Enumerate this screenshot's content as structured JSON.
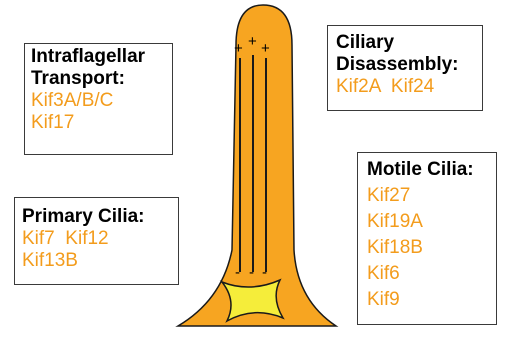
{
  "accent_color": "#f7a521",
  "text_color": "#f39c1c",
  "basal_body_color": "#f5ed3a",
  "polarity": {
    "plus": "+",
    "minus": "-"
  },
  "boxes": {
    "ift": {
      "title_line1": "Intraflagellar",
      "title_line2": "Transport:",
      "items": [
        "Kif3A/B/C",
        "Kif17"
      ]
    },
    "primary": {
      "title": "Primary Cilia:",
      "row1": "Kif7  Kif12",
      "row2": "Kif13B"
    },
    "disassembly": {
      "title_line1": "Ciliary",
      "title_line2": "Disassembly:",
      "row1": "Kif2A  Kif24"
    },
    "motile": {
      "title": "Motile Cilia:",
      "items": [
        "Kif27",
        "Kif19A",
        "Kif18B",
        "Kif6",
        "Kif9"
      ]
    }
  }
}
